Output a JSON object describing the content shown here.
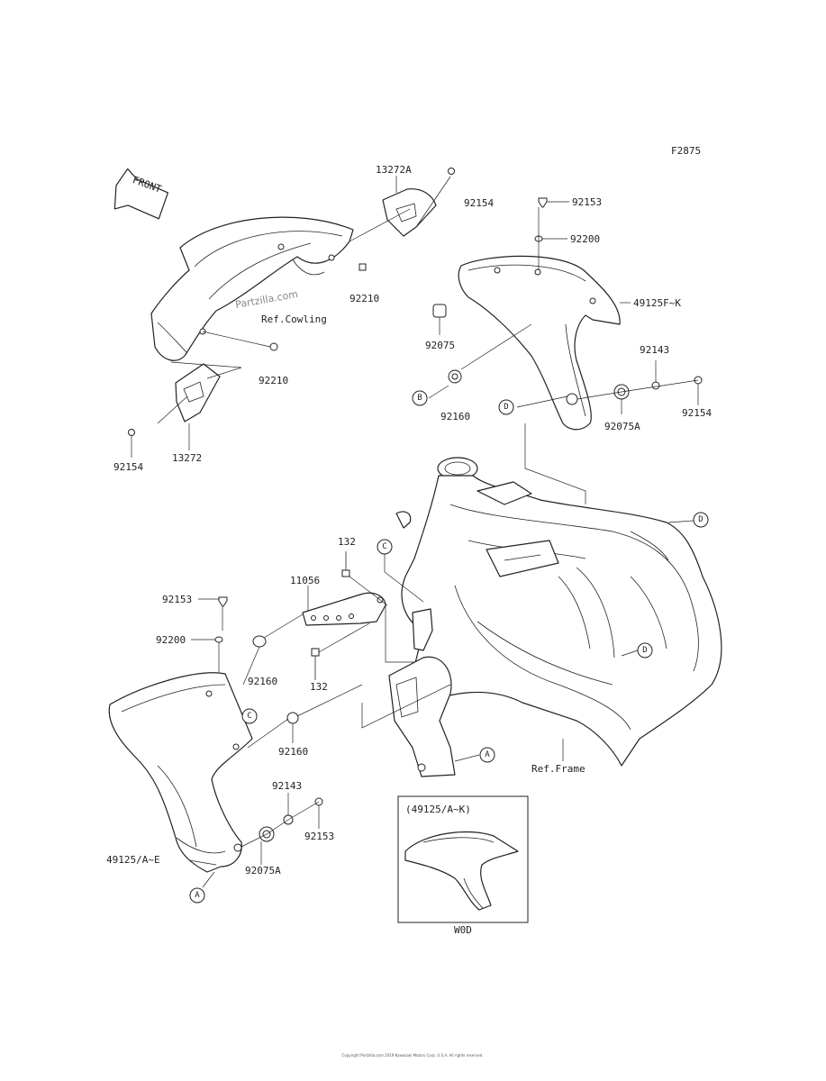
{
  "diagram_code": "F2875",
  "front_label": "FRONT",
  "watermark": "Partzilla.com",
  "copyright": "Copyright Partzilla.com 2019 Kawasaki Motors Corp. U.S.A. All rights reserved.",
  "ref_cowling": "Ref.Cowling",
  "ref_frame": "Ref.Frame",
  "inset": {
    "title": "(49125/A~K)",
    "caption": "W0D"
  },
  "callouts": {
    "a": "A",
    "b": "B",
    "c": "C",
    "d": "D"
  },
  "parts": {
    "p13272a": "13272A",
    "p92154_top": "92154",
    "p92153_top": "92153",
    "p92200_top": "92200",
    "p49125fk": "49125F~K",
    "p92210_a": "92210",
    "p92210_b": "92210",
    "p92075": "92075",
    "p92143_right": "92143",
    "p92160_right": "92160",
    "p92075a_right": "92075A",
    "p92154_right": "92154",
    "p92154_left": "92154",
    "p13272": "13272",
    "p132_top": "132",
    "p11056": "11056",
    "p92153_left": "92153",
    "p92200_left": "92200",
    "p92160_a": "92160",
    "p132_bot": "132",
    "p92160_b": "92160",
    "p92143_low": "92143",
    "p92153_low": "92153",
    "p49125ae": "49125/A~E",
    "p92075a_low": "92075A"
  }
}
